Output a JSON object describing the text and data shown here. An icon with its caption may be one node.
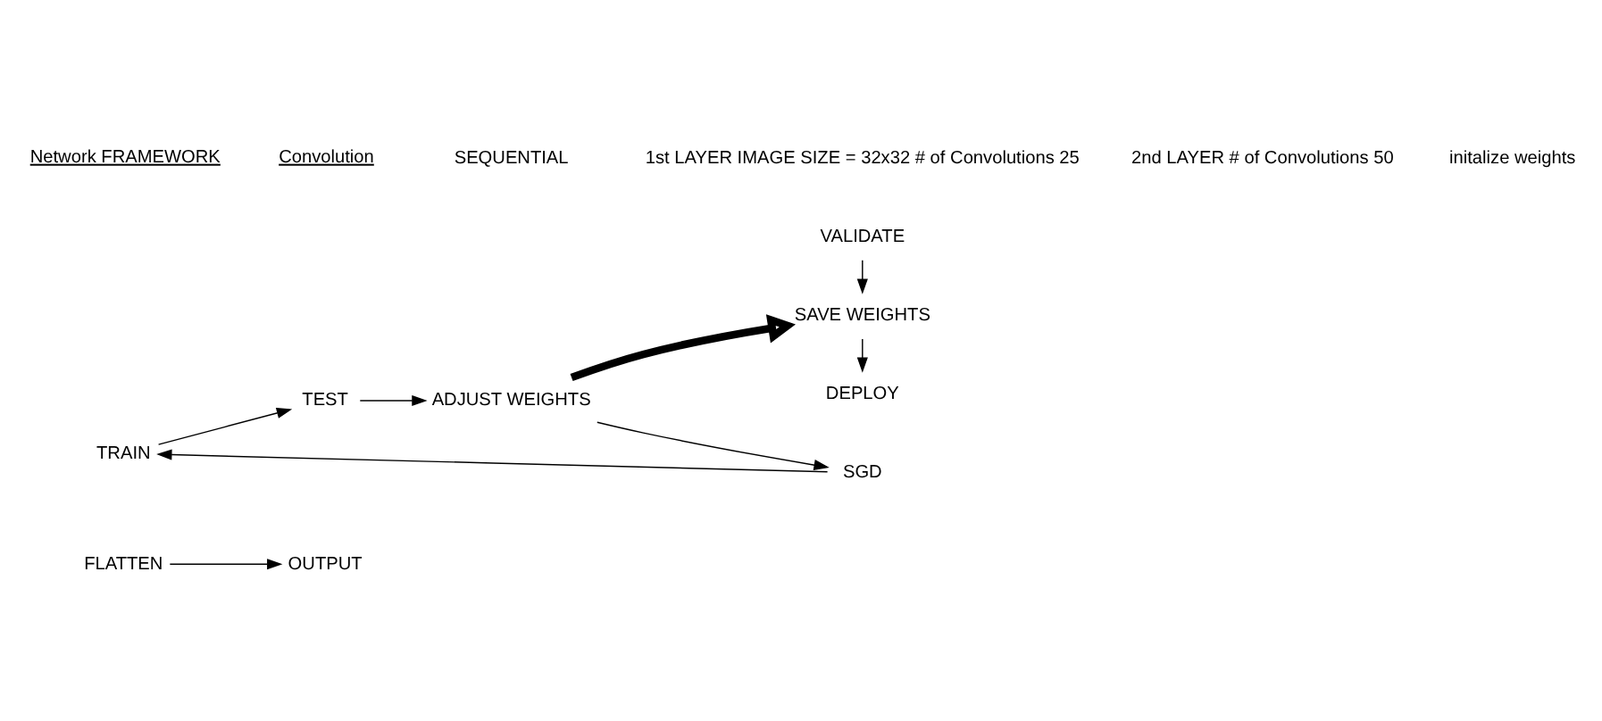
{
  "diagram": {
    "nodes": [
      {
        "text": [
          "FLATTEN"
        ]
      },
      {
        "text": [
          "OUTPUT"
        ]
      },
      {
        "text": [
          "TRAIN"
        ]
      },
      {
        "text": [
          "TEST"
        ]
      },
      {
        "text": [
          "ADJUST WEIGHTS"
        ]
      },
      {
        "text": [
          "SGD"
        ]
      },
      {
        "text": [
          "VALIDATE"
        ]
      },
      {
        "text": [
          "SAVE WEIGHTS"
        ]
      },
      {
        "text": [
          "DEPLOY"
        ]
      }
    ],
    "edges": [
      {
        "from": 0,
        "to": 1,
        "arrow": "to"
      },
      {
        "from": 2,
        "to": 3,
        "arrow": "to"
      },
      {
        "from": 3,
        "to": 4,
        "arrow": "to"
      },
      {
        "from": 4,
        "to": 5,
        "arrow": "to"
      },
      {
        "from": 5,
        "to": 2,
        "arrow": "to"
      },
      {
        "from": 4,
        "to": 7,
        "arrow": "to",
        "style": "thick"
      },
      {
        "from": 6,
        "to": 7,
        "arrow": "to"
      },
      {
        "from": 7,
        "to": 8,
        "arrow": "to"
      }
    ],
    "labels": [
      "Network FRAMEWORK",
      "Convolution",
      "SEQUENTIAL",
      "1st LAYER IMAGE SIZE = 32x32 # of Convolutions 25",
      "2nd LAYER # of Convolutions 50",
      "initalize weights"
    ]
  }
}
